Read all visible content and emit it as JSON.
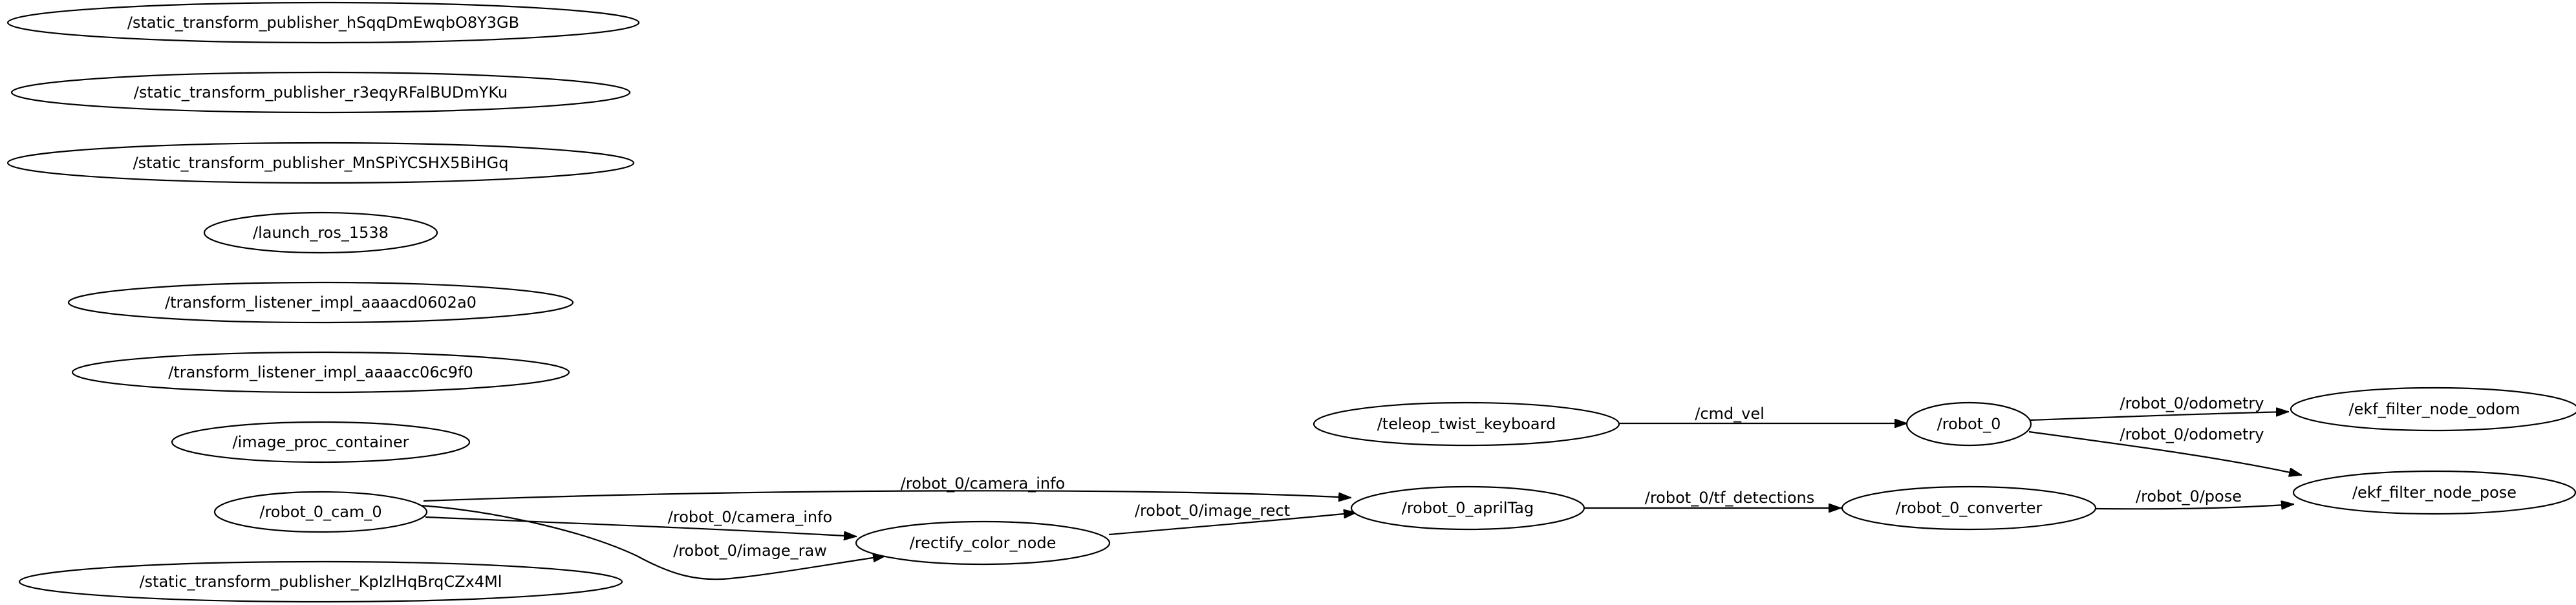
{
  "graph": {
    "nodes": [
      {
        "id": "n_static1",
        "label": "/static_transform_publisher_hSqqDmEwqbO8Y3GB"
      },
      {
        "id": "n_static2",
        "label": "/static_transform_publisher_r3eqyRFalBUDmYKu"
      },
      {
        "id": "n_static3",
        "label": "/static_transform_publisher_MnSPiYCSHX5BiHGq"
      },
      {
        "id": "n_launch",
        "label": "/launch_ros_1538"
      },
      {
        "id": "n_tfl1",
        "label": "/transform_listener_impl_aaaacd0602a0"
      },
      {
        "id": "n_tfl2",
        "label": "/transform_listener_impl_aaaacc06c9f0"
      },
      {
        "id": "n_ipc",
        "label": "/image_proc_container"
      },
      {
        "id": "n_cam",
        "label": "/robot_0_cam_0"
      },
      {
        "id": "n_static4",
        "label": "/static_transform_publisher_KpIzlHqBrqCZx4Ml"
      },
      {
        "id": "n_rect",
        "label": "/rectify_color_node"
      },
      {
        "id": "n_april",
        "label": "/robot_0_aprilTag"
      },
      {
        "id": "n_teleop",
        "label": "/teleop_twist_keyboard"
      },
      {
        "id": "n_robot",
        "label": "/robot_0"
      },
      {
        "id": "n_conv",
        "label": "/robot_0_converter"
      },
      {
        "id": "n_ekf_odom",
        "label": "/ekf_filter_node_odom"
      },
      {
        "id": "n_ekf_pose",
        "label": "/ekf_filter_node_pose"
      }
    ],
    "edges": [
      {
        "id": "e_cam_april",
        "from": "n_cam",
        "to": "n_april",
        "label": "/robot_0/camera_info"
      },
      {
        "id": "e_cam_rect_info",
        "from": "n_cam",
        "to": "n_rect",
        "label": "/robot_0/camera_info"
      },
      {
        "id": "e_cam_rect_raw",
        "from": "n_cam",
        "to": "n_rect",
        "label": "/robot_0/image_raw"
      },
      {
        "id": "e_rect_april",
        "from": "n_rect",
        "to": "n_april",
        "label": "/robot_0/image_rect"
      },
      {
        "id": "e_april_conv",
        "from": "n_april",
        "to": "n_conv",
        "label": "/robot_0/tf_detections"
      },
      {
        "id": "e_teleop_robot",
        "from": "n_teleop",
        "to": "n_robot",
        "label": "/cmd_vel"
      },
      {
        "id": "e_robot_odom",
        "from": "n_robot",
        "to": "n_ekf_odom",
        "label": "/robot_0/odometry"
      },
      {
        "id": "e_robot_pose",
        "from": "n_robot",
        "to": "n_ekf_pose",
        "label": "/robot_0/odometry"
      },
      {
        "id": "e_conv_pose",
        "from": "n_conv",
        "to": "n_ekf_pose",
        "label": "/robot_0/pose"
      }
    ]
  }
}
